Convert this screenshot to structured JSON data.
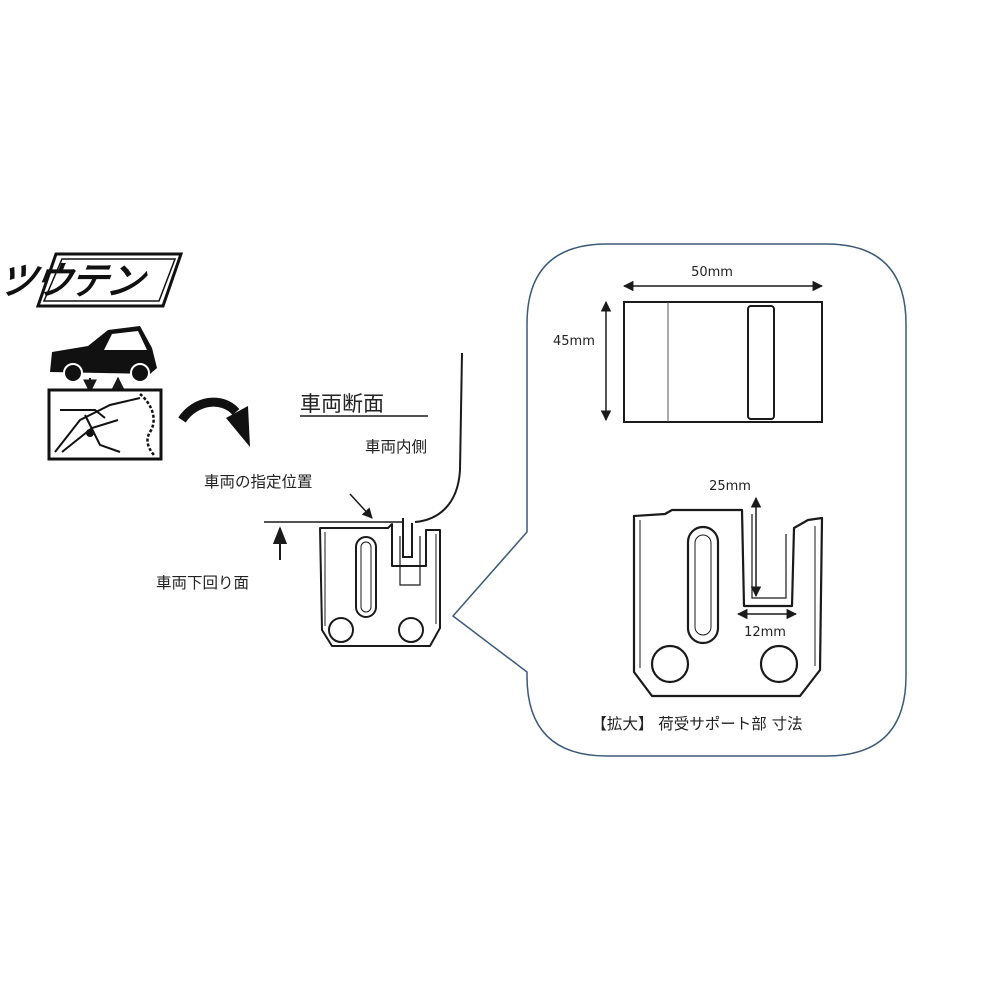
{
  "brand": {
    "logo_text": "ツウテン"
  },
  "section": {
    "title": "車両断面",
    "inner_side_label": "車両内側",
    "designated_position_label": "車両の指定位置",
    "underside_label": "車両下回り面"
  },
  "enlarged": {
    "width_dim": "50mm",
    "height_dim": "45mm",
    "slot_depth_dim": "25mm",
    "slot_width_dim": "12mm",
    "caption": "【拡大】 荷受サポート部 寸法"
  },
  "colors": {
    "outline": "#1a1a1a",
    "callout_border": "#3b5b7a",
    "text": "#222222"
  }
}
